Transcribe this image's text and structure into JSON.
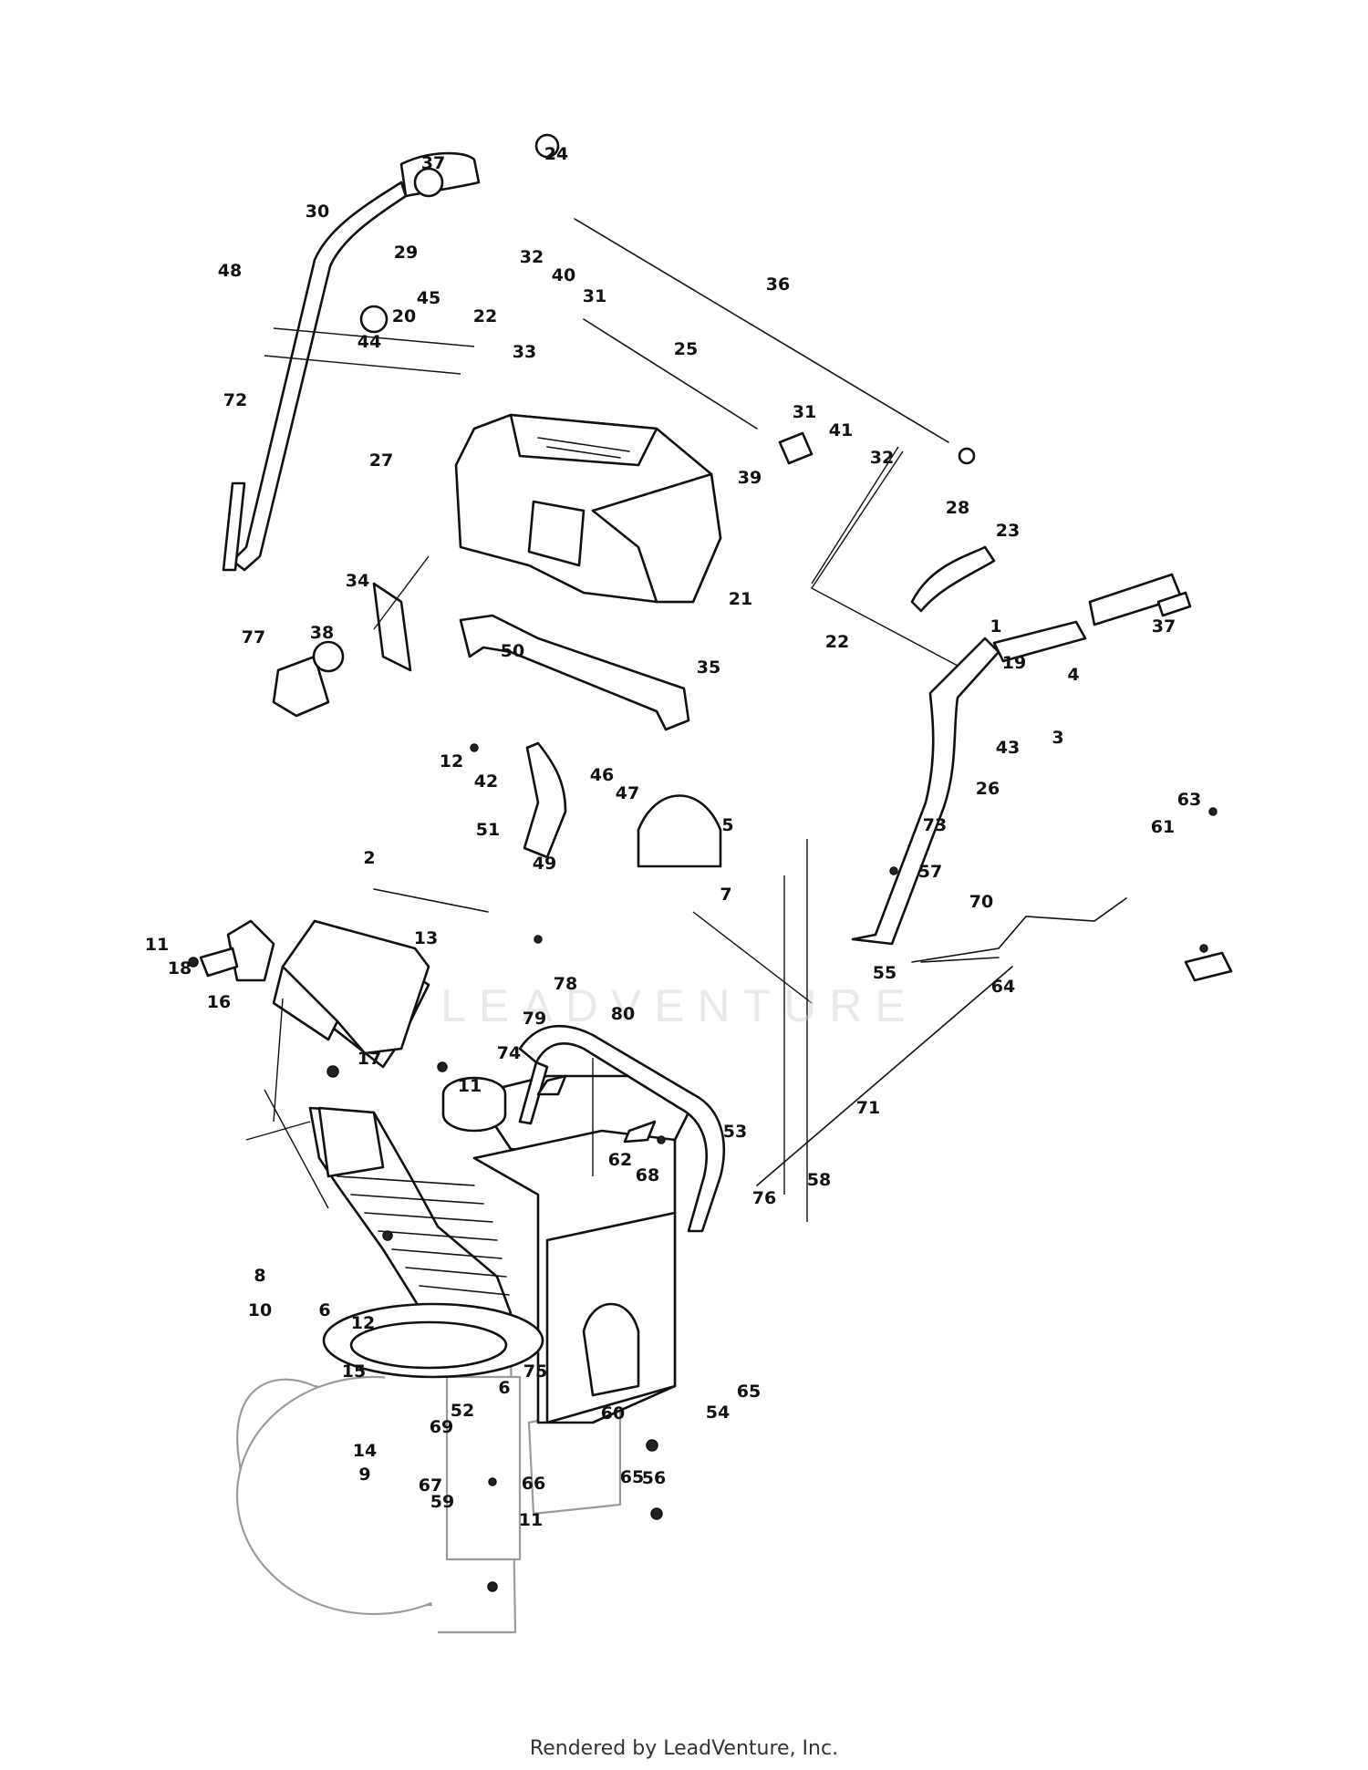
{
  "watermark": {
    "text": "LEADVENTURE"
  },
  "footer": {
    "text": "Rendered by LeadVenture, Inc."
  },
  "callouts": [
    {
      "id": "c37a",
      "label": "37"
    },
    {
      "id": "c24",
      "label": "24"
    },
    {
      "id": "c30",
      "label": "30"
    },
    {
      "id": "c29",
      "label": "29"
    },
    {
      "id": "c48",
      "label": "48"
    },
    {
      "id": "c32a",
      "label": "32"
    },
    {
      "id": "c40",
      "label": "40"
    },
    {
      "id": "c45",
      "label": "45"
    },
    {
      "id": "c20",
      "label": "20"
    },
    {
      "id": "c22a",
      "label": "22"
    },
    {
      "id": "c44",
      "label": "44"
    },
    {
      "id": "c31a",
      "label": "31"
    },
    {
      "id": "c36",
      "label": "36"
    },
    {
      "id": "c25",
      "label": "25"
    },
    {
      "id": "c33",
      "label": "33"
    },
    {
      "id": "c72",
      "label": "72"
    },
    {
      "id": "c31b",
      "label": "31"
    },
    {
      "id": "c41",
      "label": "41"
    },
    {
      "id": "c27",
      "label": "27"
    },
    {
      "id": "c39",
      "label": "39"
    },
    {
      "id": "c32b",
      "label": "32"
    },
    {
      "id": "c28",
      "label": "28"
    },
    {
      "id": "c23",
      "label": "23"
    },
    {
      "id": "c21",
      "label": "21"
    },
    {
      "id": "c34",
      "label": "34"
    },
    {
      "id": "c37b",
      "label": "37"
    },
    {
      "id": "c22b",
      "label": "22"
    },
    {
      "id": "c77",
      "label": "77"
    },
    {
      "id": "c38",
      "label": "38"
    },
    {
      "id": "c50",
      "label": "50"
    },
    {
      "id": "c1",
      "label": "1"
    },
    {
      "id": "c35",
      "label": "35"
    },
    {
      "id": "c19",
      "label": "19"
    },
    {
      "id": "c4",
      "label": "4"
    },
    {
      "id": "c3",
      "label": "3"
    },
    {
      "id": "c12a",
      "label": "12"
    },
    {
      "id": "c43",
      "label": "43"
    },
    {
      "id": "c42",
      "label": "42"
    },
    {
      "id": "c46",
      "label": "46"
    },
    {
      "id": "c26",
      "label": "26"
    },
    {
      "id": "c47",
      "label": "47"
    },
    {
      "id": "c63",
      "label": "63"
    },
    {
      "id": "c5",
      "label": "5"
    },
    {
      "id": "c73",
      "label": "73"
    },
    {
      "id": "c51",
      "label": "51"
    },
    {
      "id": "c61",
      "label": "61"
    },
    {
      "id": "c2",
      "label": "2"
    },
    {
      "id": "c49",
      "label": "49"
    },
    {
      "id": "c57",
      "label": "57"
    },
    {
      "id": "c7",
      "label": "7"
    },
    {
      "id": "c70",
      "label": "70"
    },
    {
      "id": "c11a",
      "label": "11"
    },
    {
      "id": "c13",
      "label": "13"
    },
    {
      "id": "c18",
      "label": "18"
    },
    {
      "id": "c55",
      "label": "55"
    },
    {
      "id": "c64",
      "label": "64"
    },
    {
      "id": "c16",
      "label": "16"
    },
    {
      "id": "c78",
      "label": "78"
    },
    {
      "id": "c79",
      "label": "79"
    },
    {
      "id": "c80",
      "label": "80"
    },
    {
      "id": "c74",
      "label": "74"
    },
    {
      "id": "c17",
      "label": "17"
    },
    {
      "id": "c11b",
      "label": "11"
    },
    {
      "id": "c71",
      "label": "71"
    },
    {
      "id": "c53",
      "label": "53"
    },
    {
      "id": "c62",
      "label": "62"
    },
    {
      "id": "c68",
      "label": "68"
    },
    {
      "id": "c58",
      "label": "58"
    },
    {
      "id": "c76",
      "label": "76"
    },
    {
      "id": "c8",
      "label": "8"
    },
    {
      "id": "c10",
      "label": "10"
    },
    {
      "id": "c6a",
      "label": "6"
    },
    {
      "id": "c12b",
      "label": "12"
    },
    {
      "id": "c15",
      "label": "15"
    },
    {
      "id": "c6b",
      "label": "6"
    },
    {
      "id": "c75",
      "label": "75"
    },
    {
      "id": "c65a",
      "label": "65"
    },
    {
      "id": "c54",
      "label": "54"
    },
    {
      "id": "c52",
      "label": "52"
    },
    {
      "id": "c60",
      "label": "60"
    },
    {
      "id": "c14",
      "label": "14"
    },
    {
      "id": "c69",
      "label": "69"
    },
    {
      "id": "c9",
      "label": "9"
    },
    {
      "id": "c67",
      "label": "67"
    },
    {
      "id": "c66",
      "label": "66"
    },
    {
      "id": "c65b",
      "label": "65"
    },
    {
      "id": "c56",
      "label": "56"
    },
    {
      "id": "c59",
      "label": "59"
    },
    {
      "id": "c11c",
      "label": "11"
    }
  ]
}
